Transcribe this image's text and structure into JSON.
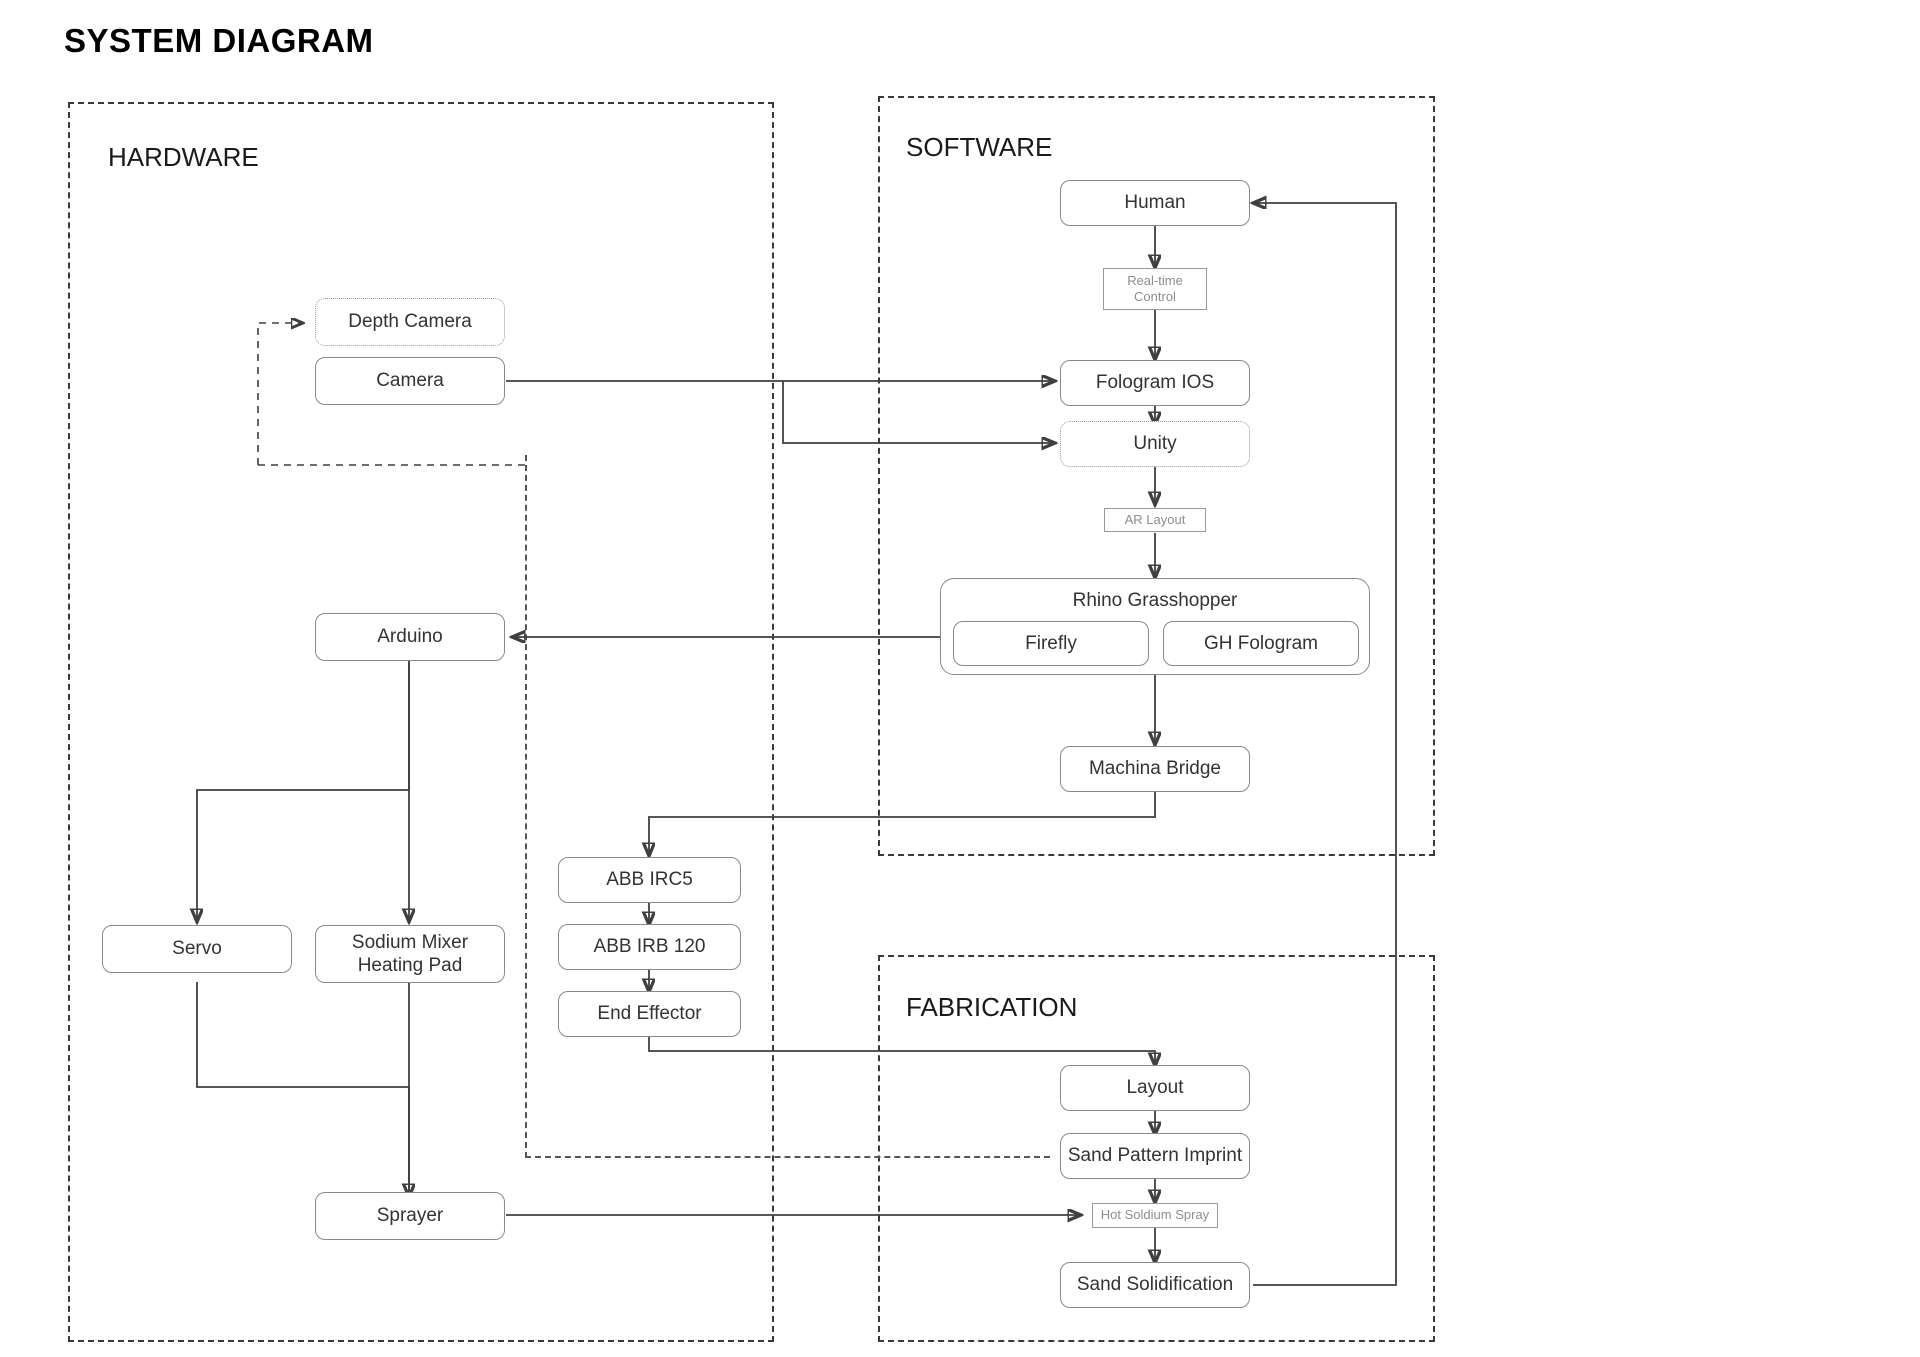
{
  "title": "SYSTEM DIAGRAM",
  "groups": [
    {
      "name": "hardware",
      "label": "HARDWARE"
    },
    {
      "name": "software",
      "label": "SOFTWARE"
    },
    {
      "name": "fabrication",
      "label": "FABRICATION"
    }
  ],
  "nodes": {
    "depth_camera": "Depth Camera",
    "camera": "Camera",
    "arduino": "Arduino",
    "servo": "Servo",
    "sodium_mixer": "Sodium Mixer\nHeating Pad",
    "sprayer": "Sprayer",
    "abb_irc5": "ABB IRC5",
    "abb_irb120": "ABB IRB 120",
    "end_effector": "End Effector",
    "human": "Human",
    "fologram_ios": "Fologram IOS",
    "unity": "Unity",
    "rhino_grasshopper": "Rhino Grasshopper",
    "firefly": "Firefly",
    "gh_fologram": "GH Fologram",
    "machina_bridge": "Machina Bridge",
    "layout": "Layout",
    "sand_pattern_imprint": "Sand Pattern Imprint",
    "sand_solidification": "Sand Solidification"
  },
  "edge_labels": {
    "real_time_control": "Real-time\nControl",
    "ar_layout": "AR Layout",
    "hot_soldium_spray": "Hot Soldium Spray"
  },
  "chart_data": {
    "type": "diagram",
    "title": "SYSTEM DIAGRAM",
    "groups": [
      "HARDWARE",
      "SOFTWARE",
      "FABRICATION"
    ],
    "nodes": [
      {
        "id": "depth_camera",
        "label": "Depth Camera",
        "group": "HARDWARE",
        "style": "dotted"
      },
      {
        "id": "camera",
        "label": "Camera",
        "group": "HARDWARE",
        "style": "solid"
      },
      {
        "id": "arduino",
        "label": "Arduino",
        "group": "HARDWARE",
        "style": "solid"
      },
      {
        "id": "servo",
        "label": "Servo",
        "group": "HARDWARE",
        "style": "solid"
      },
      {
        "id": "sodium_mixer",
        "label": "Sodium Mixer Heating Pad",
        "group": "HARDWARE",
        "style": "solid"
      },
      {
        "id": "sprayer",
        "label": "Sprayer",
        "group": "HARDWARE",
        "style": "solid"
      },
      {
        "id": "abb_irc5",
        "label": "ABB IRC5",
        "group": "HARDWARE",
        "style": "solid"
      },
      {
        "id": "abb_irb120",
        "label": "ABB IRB 120",
        "group": "HARDWARE",
        "style": "solid"
      },
      {
        "id": "end_effector",
        "label": "End Effector",
        "group": "HARDWARE",
        "style": "solid"
      },
      {
        "id": "human",
        "label": "Human",
        "group": "SOFTWARE",
        "style": "solid"
      },
      {
        "id": "fologram_ios",
        "label": "Fologram IOS",
        "group": "SOFTWARE",
        "style": "solid"
      },
      {
        "id": "unity",
        "label": "Unity",
        "group": "SOFTWARE",
        "style": "dotted"
      },
      {
        "id": "rhino_grasshopper",
        "label": "Rhino Grasshopper",
        "group": "SOFTWARE",
        "style": "container"
      },
      {
        "id": "firefly",
        "label": "Firefly",
        "group": "SOFTWARE",
        "parent": "rhino_grasshopper",
        "style": "solid"
      },
      {
        "id": "gh_fologram",
        "label": "GH Fologram",
        "group": "SOFTWARE",
        "parent": "rhino_grasshopper",
        "style": "solid"
      },
      {
        "id": "machina_bridge",
        "label": "Machina Bridge",
        "group": "SOFTWARE",
        "style": "solid"
      },
      {
        "id": "layout",
        "label": "Layout",
        "group": "FABRICATION",
        "style": "solid"
      },
      {
        "id": "sand_pattern_imprint",
        "label": "Sand Pattern Imprint",
        "group": "FABRICATION",
        "style": "solid"
      },
      {
        "id": "sand_solidification",
        "label": "Sand Solidification",
        "group": "FABRICATION",
        "style": "solid"
      }
    ],
    "edges": [
      {
        "from": "camera",
        "to": "fologram_ios",
        "style": "solid"
      },
      {
        "from": "camera",
        "to": "unity",
        "style": "solid"
      },
      {
        "from": "human",
        "to": "fologram_ios",
        "label": "Real-time Control",
        "style": "solid"
      },
      {
        "from": "fologram_ios",
        "to": "unity",
        "style": "solid"
      },
      {
        "from": "unity",
        "to": "rhino_grasshopper",
        "label": "AR Layout",
        "style": "solid"
      },
      {
        "from": "rhino_grasshopper",
        "to": "machina_bridge",
        "style": "solid"
      },
      {
        "from": "firefly",
        "to": "arduino",
        "style": "solid"
      },
      {
        "from": "machina_bridge",
        "to": "abb_irc5",
        "style": "solid"
      },
      {
        "from": "abb_irc5",
        "to": "abb_irb120",
        "style": "solid"
      },
      {
        "from": "abb_irb120",
        "to": "end_effector",
        "style": "solid"
      },
      {
        "from": "end_effector",
        "to": "layout",
        "style": "solid"
      },
      {
        "from": "arduino",
        "to": "servo",
        "style": "solid"
      },
      {
        "from": "arduino",
        "to": "sodium_mixer",
        "style": "solid"
      },
      {
        "from": "servo",
        "to": "sprayer",
        "style": "solid"
      },
      {
        "from": "sodium_mixer",
        "to": "sprayer",
        "style": "solid"
      },
      {
        "from": "sprayer",
        "to": "sand_pattern_imprint",
        "label": "Hot Soldium Spray",
        "style": "solid"
      },
      {
        "from": "layout",
        "to": "sand_pattern_imprint",
        "style": "solid"
      },
      {
        "from": "sand_pattern_imprint",
        "to": "sand_solidification",
        "style": "solid"
      },
      {
        "from": "sand_solidification",
        "to": "human",
        "style": "solid"
      },
      {
        "from": "depth_camera",
        "to": "depth_camera",
        "style": "dashed"
      }
    ]
  }
}
